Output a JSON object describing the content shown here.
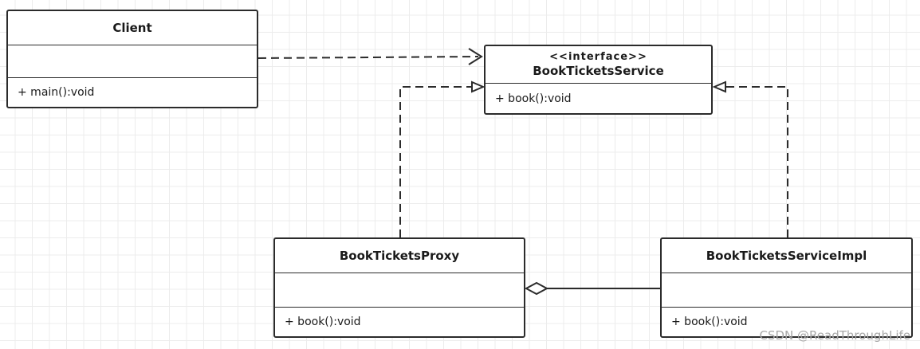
{
  "classes": {
    "client": {
      "name": "Client",
      "op": "+ main():void"
    },
    "interface": {
      "stereotype": "<<interface>>",
      "name": "BookTicketsService",
      "op": "+ book():void"
    },
    "proxy": {
      "name": "BookTicketsProxy",
      "op": "+ book():void"
    },
    "impl": {
      "name": "BookTicketsServiceImpl",
      "op": "+ book():void"
    }
  },
  "relations": [
    {
      "from": "Client",
      "to": "BookTicketsService",
      "kind": "dependency"
    },
    {
      "from": "BookTicketsProxy",
      "to": "BookTicketsService",
      "kind": "realization"
    },
    {
      "from": "BookTicketsServiceImpl",
      "to": "BookTicketsService",
      "kind": "realization"
    },
    {
      "from": "BookTicketsProxy",
      "to": "BookTicketsServiceImpl",
      "kind": "aggregation"
    }
  ],
  "watermark": "CSDN @ReadThroughLife"
}
